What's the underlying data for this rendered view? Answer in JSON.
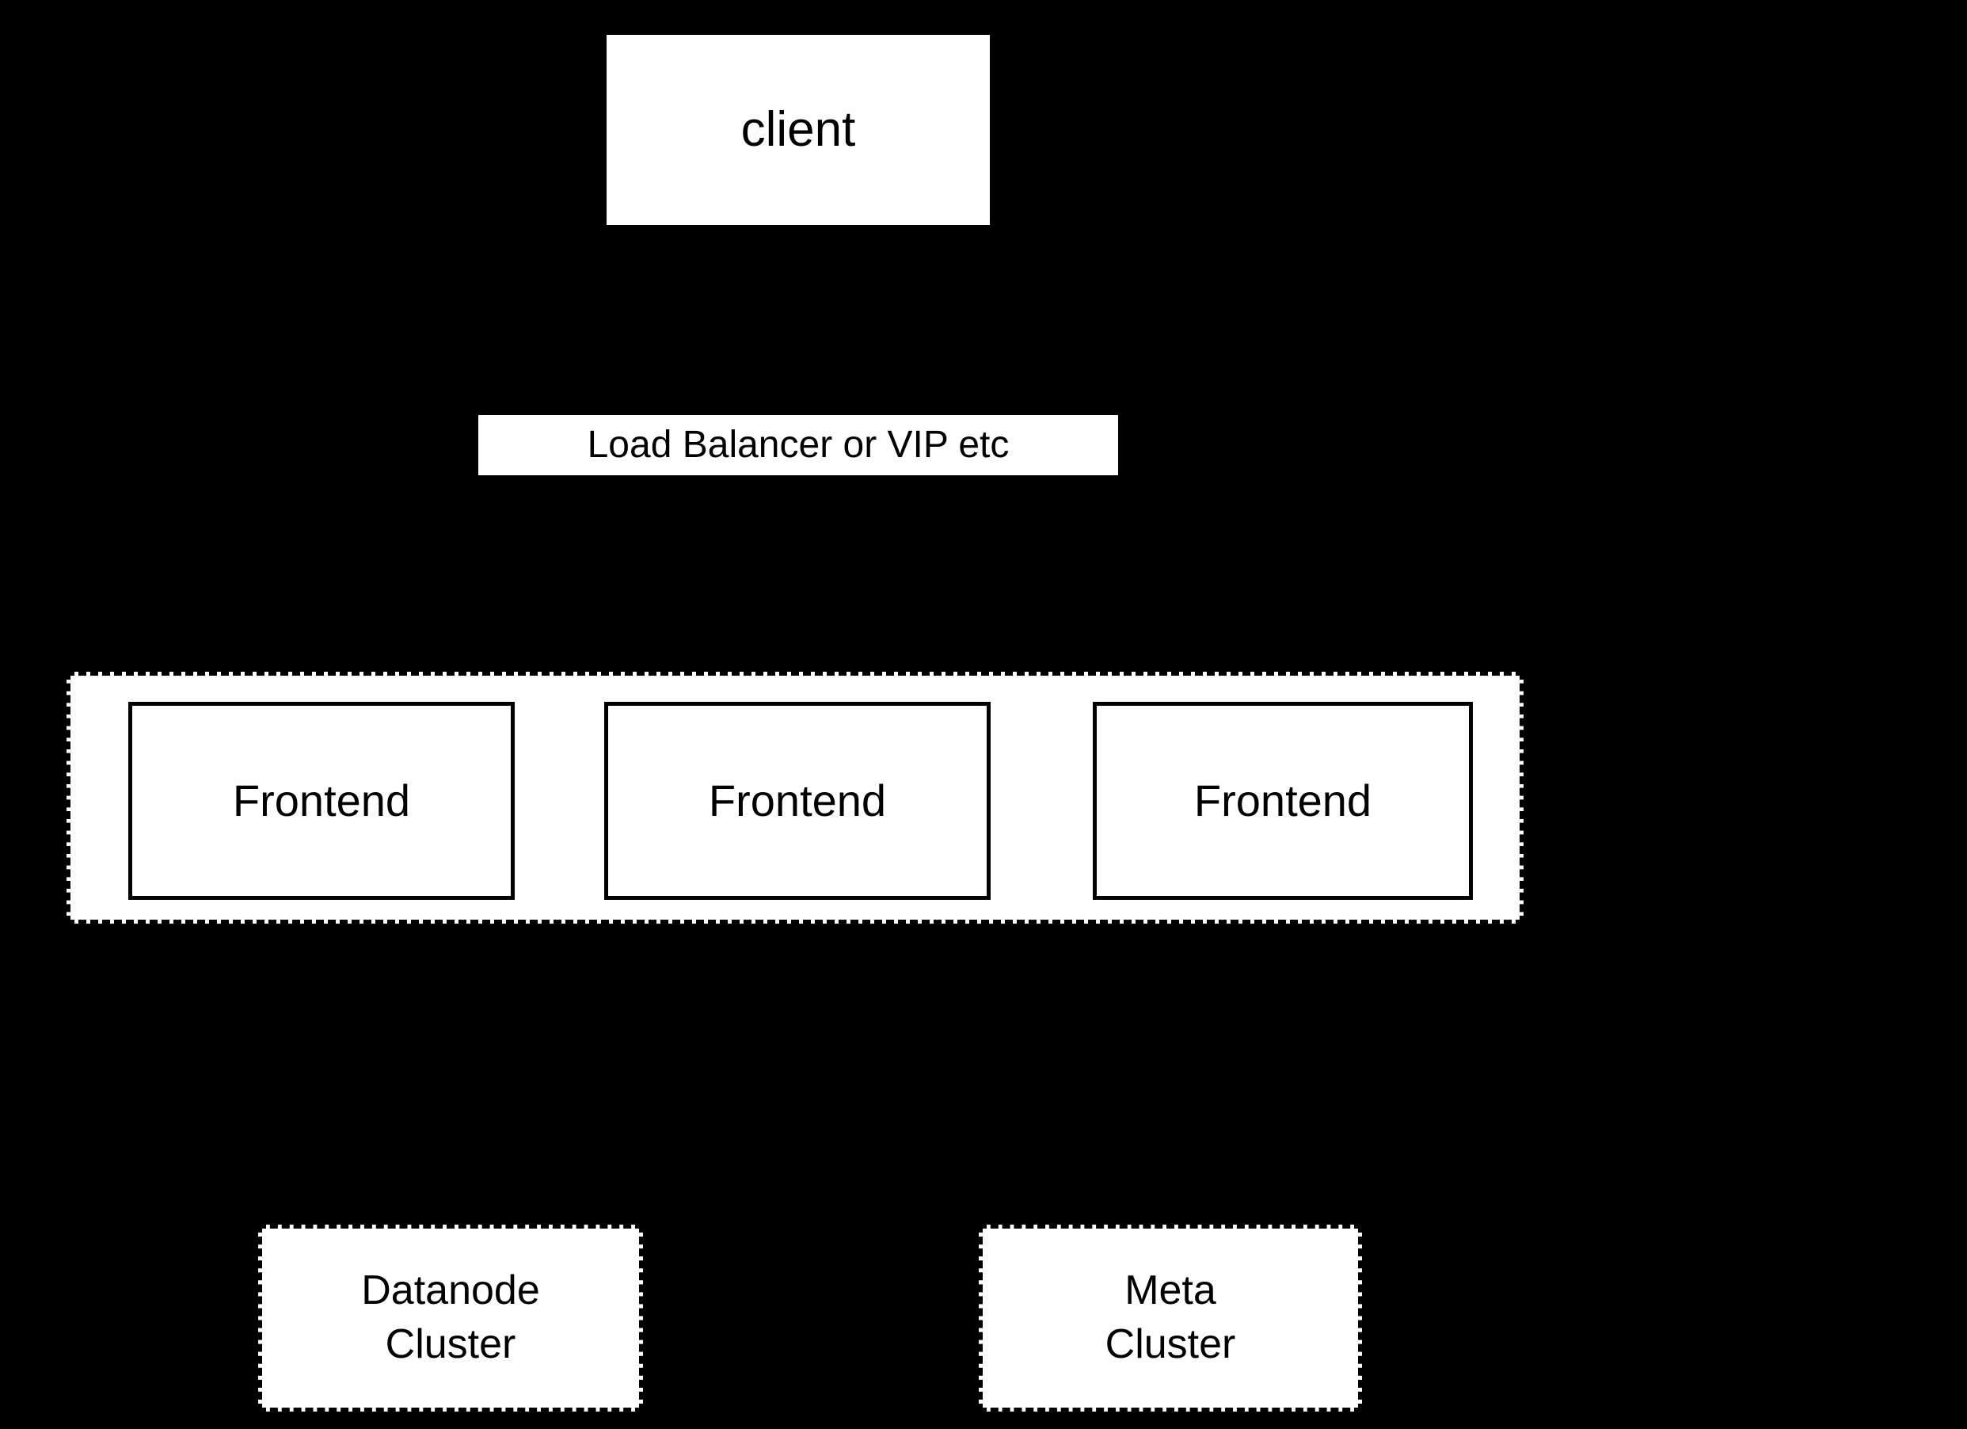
{
  "colors": {
    "background": "#000000",
    "node_fill": "#ffffff",
    "node_border": "#000000",
    "node_text": "#000000"
  },
  "nodes": {
    "client": {
      "label": "client"
    },
    "load_balancer": {
      "label": "Load Balancer or VIP etc"
    },
    "frontends": [
      {
        "label": "Frontend"
      },
      {
        "label": "Frontend"
      },
      {
        "label": "Frontend"
      }
    ],
    "datanode_cluster": {
      "label": "Datanode\nCluster"
    },
    "meta_cluster": {
      "label": "Meta\nCluster"
    }
  }
}
